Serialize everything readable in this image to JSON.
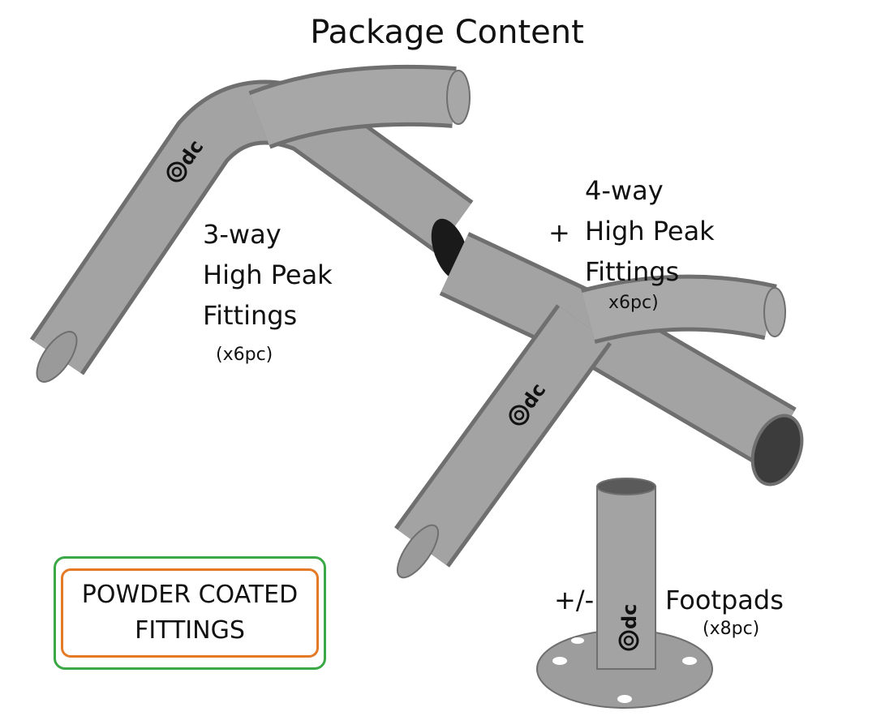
{
  "title": "Package Content",
  "fitting_3way": {
    "line1": "3-way",
    "line2": "High Peak",
    "line3": "Fittings",
    "qty": "(x6pc)"
  },
  "plus_sign": "+",
  "fitting_4way": {
    "line1": "4-way",
    "line2": "High Peak",
    "line3": "Fittings",
    "qty": "x6pc)"
  },
  "footpads": {
    "prefix": "+/-",
    "label": "Footpads",
    "qty": "(x8pc)"
  },
  "badge": {
    "text": "POWDER COATED\nFITTINGS"
  },
  "logo": {
    "text": "dc"
  },
  "colors": {
    "metal": "#9b9b9b",
    "badge_outer": "#3aa845",
    "badge_inner": "#e57a26"
  }
}
